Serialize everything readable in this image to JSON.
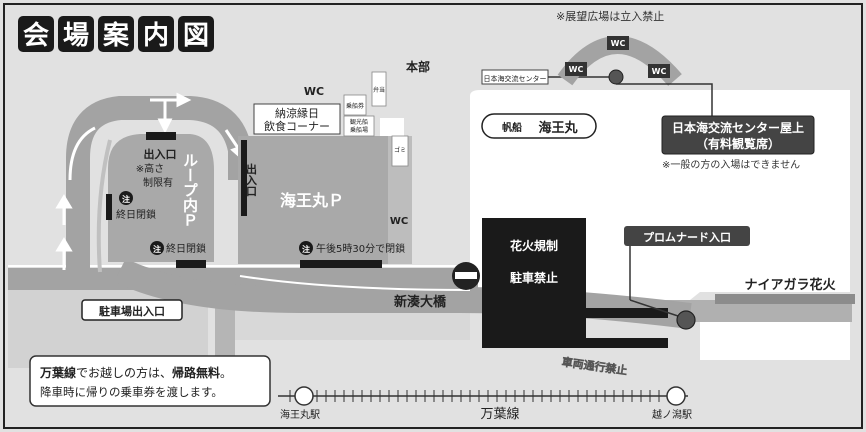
{
  "title_chars": [
    "会",
    "場",
    "案",
    "内",
    "図"
  ],
  "notes": {
    "observation_plaza": "※展望広場は立入禁止",
    "general_entry": "※一般の方の入場はできません",
    "height_limit_1": "※高さ",
    "height_limit_2": "制限有"
  },
  "facilities": {
    "wc": "WC",
    "honbu": "本部",
    "shop_1": "納涼縁日",
    "shop_2": "飲食コーナー",
    "ferry_ticket": "乗船券",
    "info_1": "観光船",
    "info_2": "乗船場",
    "tent_a": "弁当",
    "tent_b": "ゴミ",
    "center_small": "日本海交流センター",
    "center_callout_1": "日本海交流センター屋上",
    "center_callout_2": "（有料観覧席）",
    "ship_prefix": "帆船",
    "ship_name": "海王丸",
    "parking_p": "海王丸Ｐ",
    "loop_parking": "ループ内Ｐ",
    "entrance_exit": "出入口",
    "closed_all_day": "終日閉鎖",
    "closed_1730": "午後5時30分で閉鎖",
    "caution_mark": "注",
    "fireworks_restriction_1": "花火規制",
    "fireworks_restriction_2": "駐車禁止",
    "promenade_entry": "プロムナード入口",
    "niagara": "ナイアガラ花火",
    "bridge": "新湊大橋",
    "no_traffic": "車両通行禁止",
    "parking_entrance": "駐車場出入口"
  },
  "railway": {
    "line_name": "万葉線",
    "station_west": "海王丸駅",
    "station_east": "越ノ潟駅"
  },
  "notice": {
    "line1_part1": "万葉線",
    "line1_part2": "でお越しの方は、",
    "line1_part3": "帰路無料",
    "line1_part4": "。",
    "line2": "降車時に帰りの乗車券を渡します。"
  },
  "colors": {
    "road": "#a3a3a3",
    "parking": "#a9a9a9",
    "black": "#1a1a1a",
    "light": "#dcdcdc",
    "paper": "#ffffff"
  }
}
